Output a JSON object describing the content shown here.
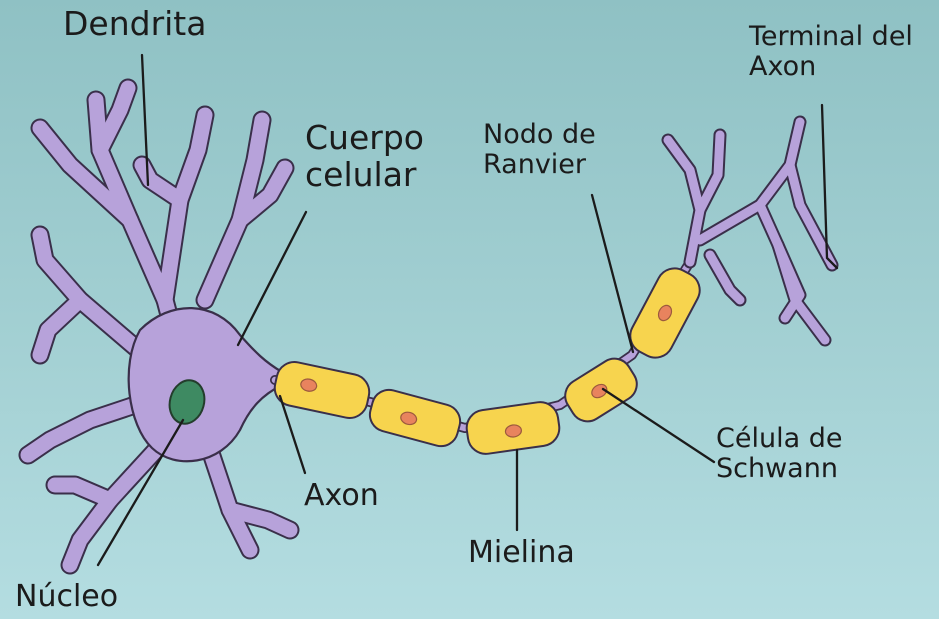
{
  "labels": {
    "dendrita": "Dendrita",
    "cuerpo_celular_l1": "Cuerpo",
    "cuerpo_celular_l2": "celular",
    "nodo_ranvier_l1": "Nodo de",
    "nodo_ranvier_l2": "Ranvier",
    "terminal_axon_l1": "Terminal del",
    "terminal_axon_l2": "Axon",
    "celula_schwann_l1": "Célula de",
    "celula_schwann_l2": "Schwann",
    "axon": "Axon",
    "mielina": "Mielina",
    "nucleo": "Núcleo"
  },
  "colors": {
    "background_top": "#8fc1c4",
    "background_bottom": "#b4dde1",
    "neuron_body": "#b7a2da",
    "neuron_outline": "#3a2f4a",
    "nucleus": "#3e8a62",
    "myelin": "#f7d44e",
    "myelin_nucleus": "#e8835e",
    "leader_line": "#1b1b1b"
  }
}
